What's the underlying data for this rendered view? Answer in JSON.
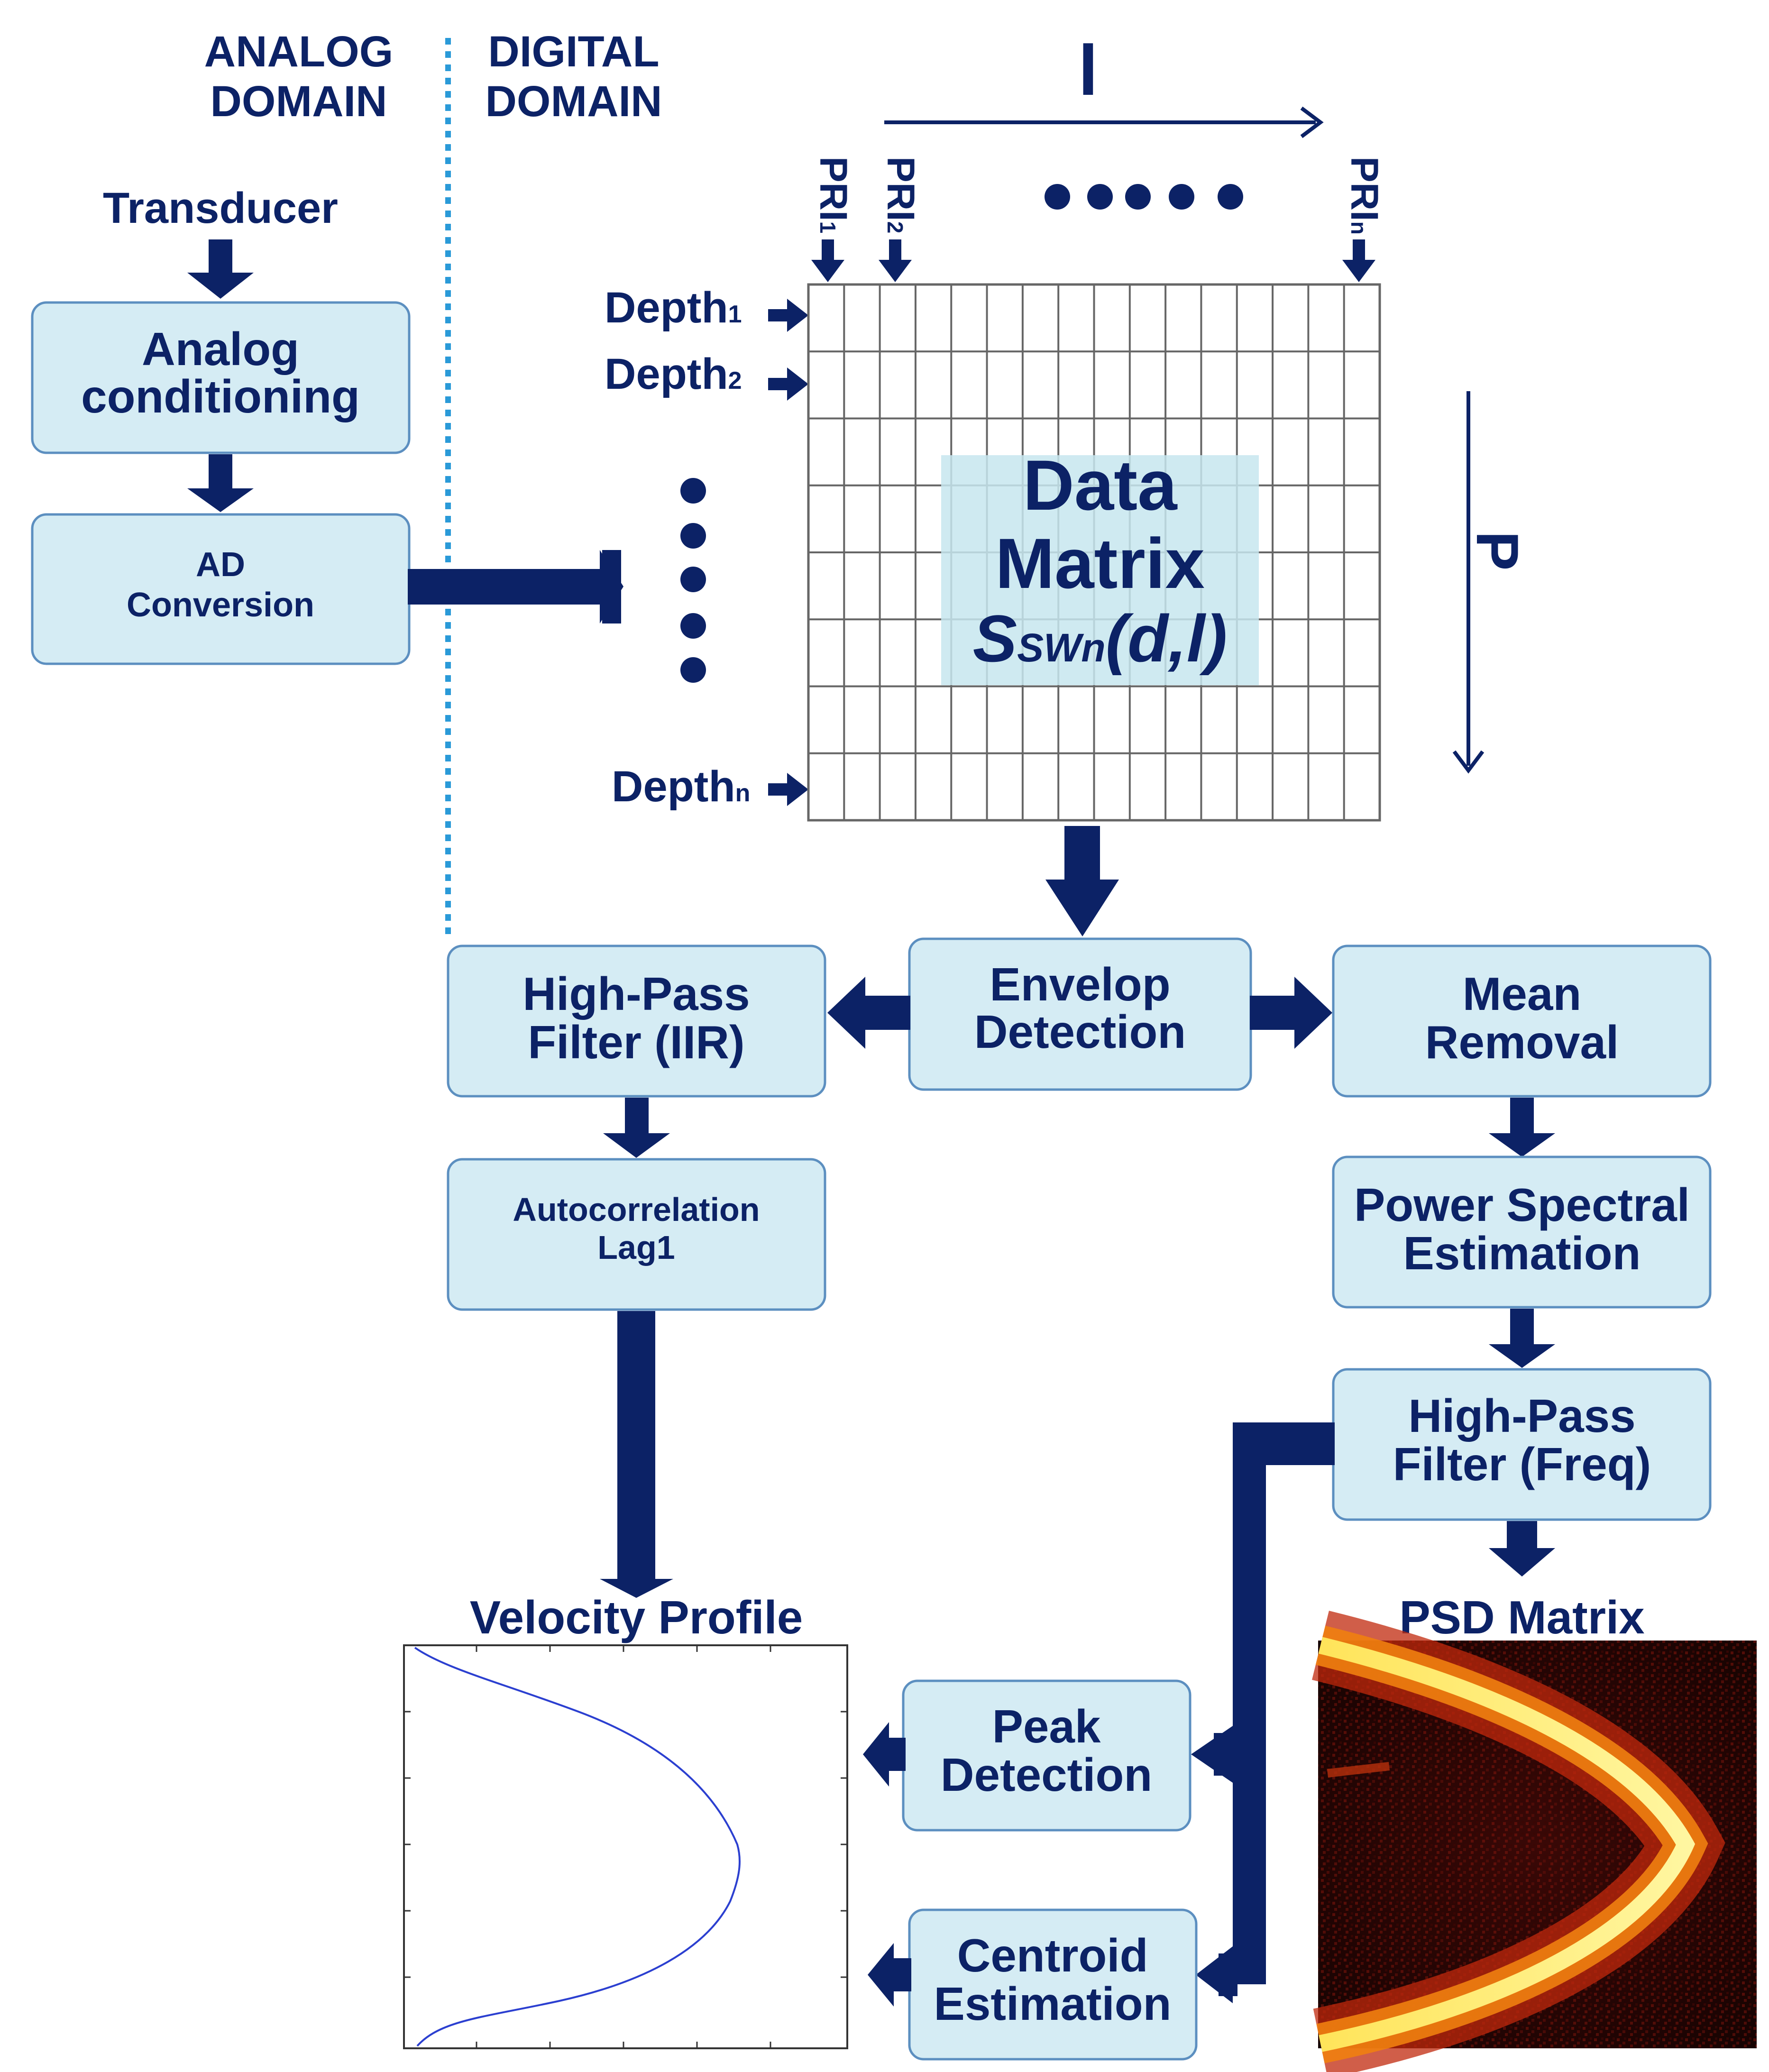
{
  "domains": {
    "analog": [
      "ANALOG",
      "DOMAIN"
    ],
    "digital": [
      "DIGITAL",
      "DOMAIN"
    ]
  },
  "top_left": {
    "transducer": "Transducer",
    "analog_conditioning": [
      "Analog",
      "conditioning"
    ],
    "ad_conversion": [
      "AD",
      "Conversion"
    ]
  },
  "matrix": {
    "l_axis": "l",
    "p_axis": "P",
    "pri": [
      {
        "base": "PRI",
        "sub": "1"
      },
      {
        "base": "PRI",
        "sub": "2"
      },
      {
        "base": "PRI",
        "sub": "n"
      }
    ],
    "depth": [
      {
        "base": "Depth",
        "sub": "1"
      },
      {
        "base": "Depth",
        "sub": "2"
      },
      {
        "base": "Depth",
        "sub": "n"
      }
    ],
    "title": [
      "Data",
      "Matrix"
    ],
    "signal": {
      "base": "S",
      "sub": "SWn",
      "args": "(d,l)"
    },
    "columns": 16,
    "rows": 8
  },
  "blocks": {
    "envelop_detection": [
      "Envelop",
      "Detection"
    ],
    "hp_iir": [
      "High-Pass",
      "Filter (IIR)"
    ],
    "autocorrelation": [
      "Autocorrelation",
      "Lag1"
    ],
    "mean_removal": [
      "Mean",
      "Removal"
    ],
    "power_spectral": [
      "Power Spectral",
      "Estimation"
    ],
    "hp_freq": [
      "High-Pass",
      "Filter (Freq)"
    ],
    "peak_detection": [
      "Peak",
      "Detection"
    ],
    "centroid_estimation": [
      "Centroid",
      "Estimation"
    ]
  },
  "outputs": {
    "velocity_profile": "Velocity Profile",
    "psd_matrix": "PSD Matrix"
  },
  "colors": {
    "box_fill": "#d5ecf4",
    "box_stroke": "#5c8fc0",
    "navy": "#0c2266",
    "dotted_line": "#2a9ad8",
    "curve": "#2b3fd0"
  }
}
